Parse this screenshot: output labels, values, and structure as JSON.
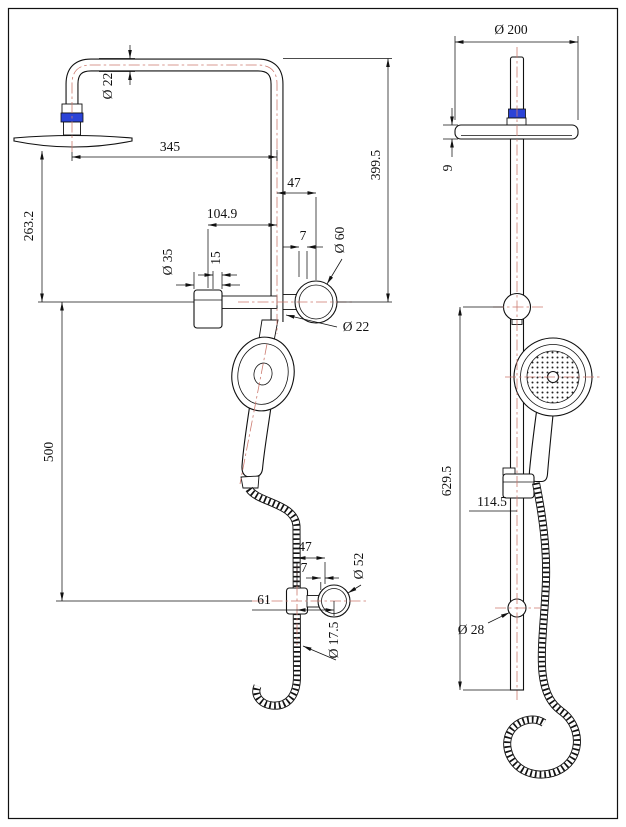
{
  "colors": {
    "line": "#111111",
    "accent_blue": "#2b43d7",
    "centerline_red": "#cc7a6f",
    "background": "#ffffff"
  },
  "views": {
    "front": {
      "name": "front-view",
      "dims": {
        "dia22_arm": "Ø 22",
        "len_345": "345",
        "len_47_top": "47",
        "len_399_5": "399.5",
        "len_263_2": "263.2",
        "len_104_9": "104.9",
        "len_7_top": "7",
        "dia60": "Ø 60",
        "dia35": "Ø 35",
        "len_15": "15",
        "dia22_riser": "Ø 22",
        "len_500": "500",
        "len_47_bottom": "47",
        "len_7_bottom": "7",
        "dia52": "Ø 52",
        "len_61": "61",
        "dia17_5": "Ø 17.5"
      }
    },
    "side": {
      "name": "side-view",
      "dims": {
        "dia200": "Ø 200",
        "len_9": "9",
        "len_629_5": "629.5",
        "len_114_5": "114.5",
        "dia28": "Ø 28"
      }
    }
  }
}
